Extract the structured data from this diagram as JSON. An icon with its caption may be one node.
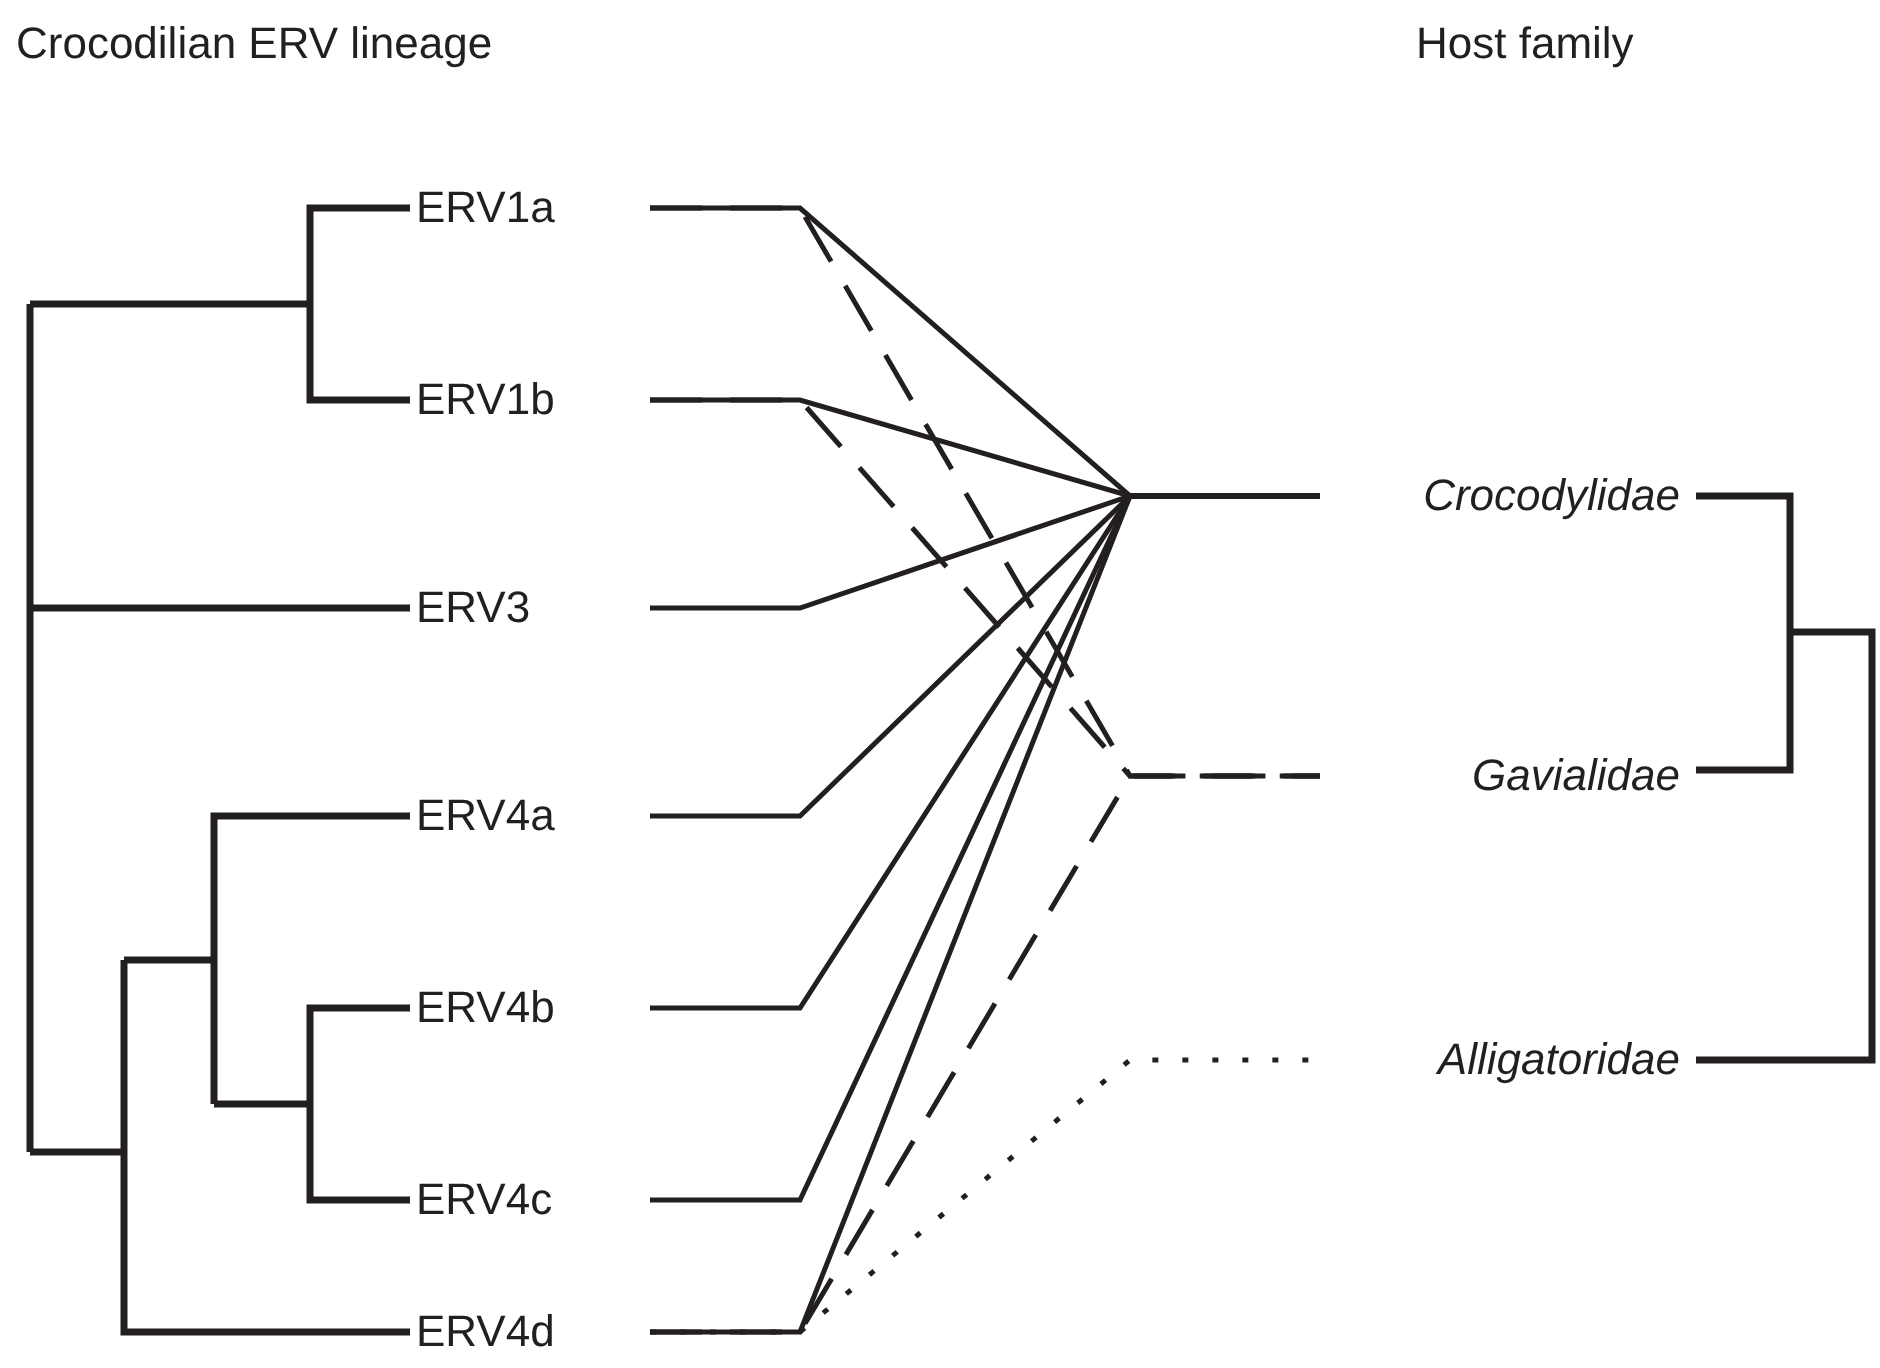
{
  "diagram": {
    "nodes": [
      {
        "text": [
          "ERV1a"
        ]
      },
      {
        "text": [
          "ERV1b"
        ]
      },
      {
        "text": [
          "ERV3"
        ]
      },
      {
        "text": [
          "ERV4a"
        ]
      },
      {
        "text": [
          "ERV4b"
        ]
      },
      {
        "text": [
          "ERV4c"
        ]
      },
      {
        "text": [
          "ERV4d"
        ]
      },
      {
        "text": [
          "Crocodylidae"
        ]
      },
      {
        "text": [
          "Gavialidae"
        ]
      },
      {
        "text": [
          "Alligatoridae"
        ]
      }
    ],
    "edges": [
      {
        "from": 0,
        "to": 7,
        "arrow": "none"
      },
      {
        "from": 0,
        "to": 8,
        "arrow": "none",
        "style": "dashed"
      },
      {
        "from": 1,
        "to": 7,
        "arrow": "none"
      },
      {
        "from": 1,
        "to": 8,
        "arrow": "none",
        "style": "dashed"
      },
      {
        "from": 2,
        "to": 7,
        "arrow": "none"
      },
      {
        "from": 3,
        "to": 7,
        "arrow": "none"
      },
      {
        "from": 4,
        "to": 7,
        "arrow": "none"
      },
      {
        "from": 5,
        "to": 7,
        "arrow": "none"
      },
      {
        "from": 6,
        "to": 7,
        "arrow": "none"
      },
      {
        "from": 6,
        "to": 8,
        "arrow": "none",
        "style": "dashed"
      },
      {
        "from": 6,
        "to": 9,
        "arrow": "none",
        "style": "dashed"
      }
    ],
    "labels": [
      "Crocodilian ERV lineage",
      "Host family"
    ]
  }
}
